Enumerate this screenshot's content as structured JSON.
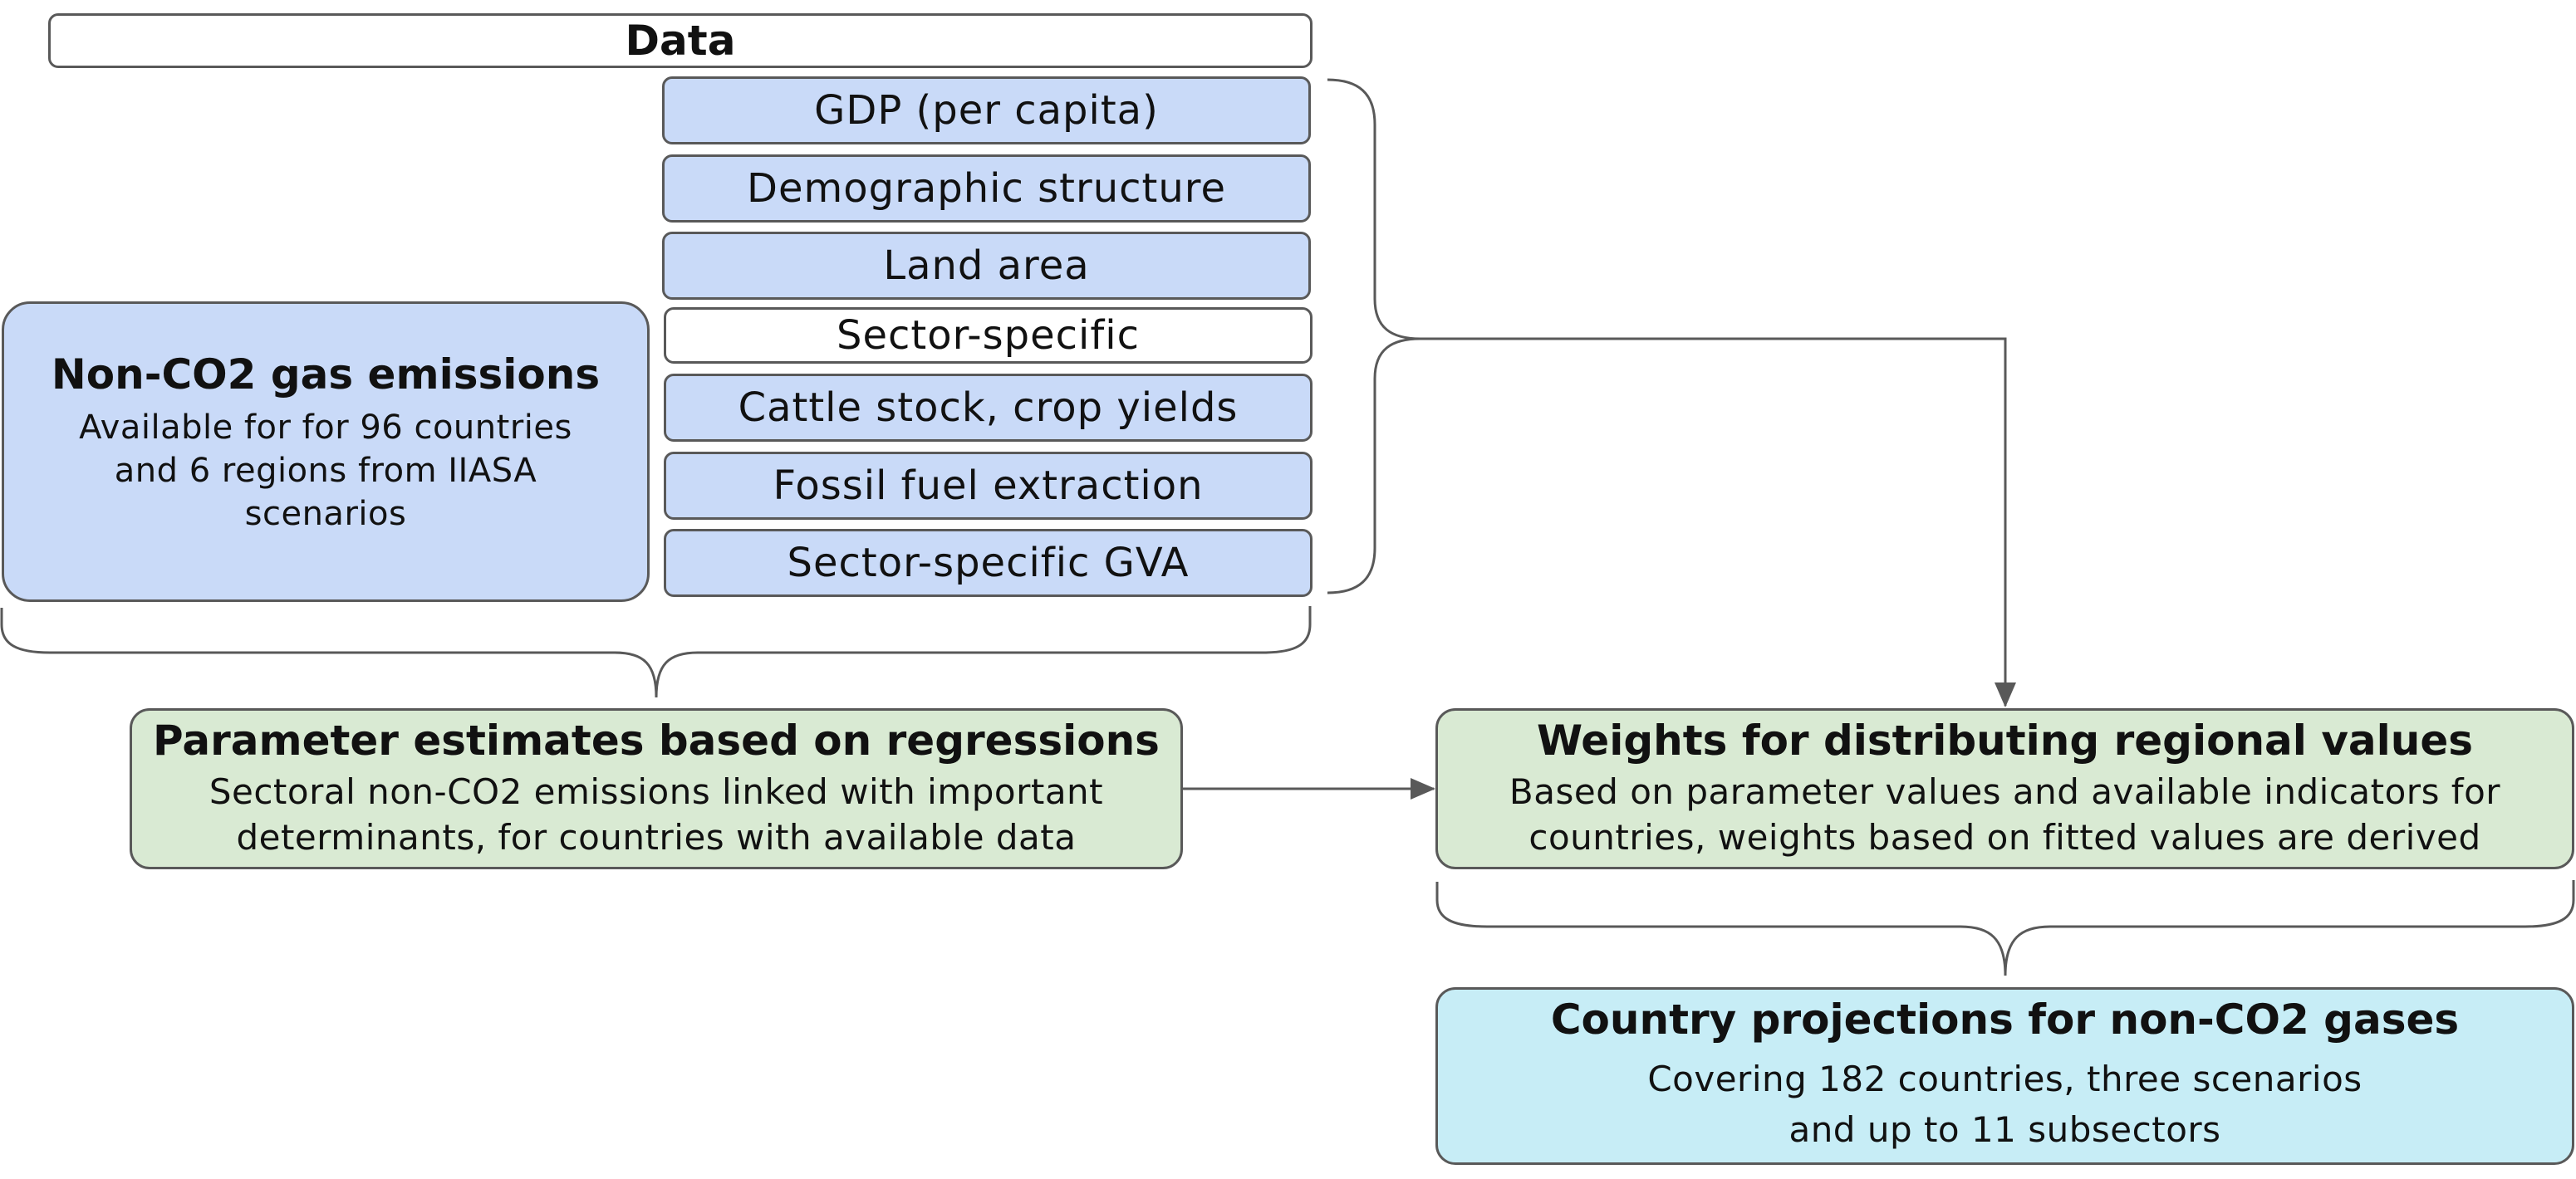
{
  "data_header": {
    "label": "Data"
  },
  "indicators": {
    "gdp": "GDP (per capita)",
    "demographic": "Demographic structure",
    "land_area": "Land area",
    "sector_specific": "Sector-specific",
    "cattle": "Cattle stock, crop yields",
    "fossil": "Fossil fuel extraction",
    "gva": "Sector-specific GVA"
  },
  "non_co2_box": {
    "title": "Non-CO2 gas emissions",
    "lines": [
      "Available for for 96 countries",
      "and 6 regions from IIASA",
      "scenarios"
    ]
  },
  "parameter_box": {
    "title": "Parameter estimates based on regressions",
    "lines": [
      "Sectoral non-CO2 emissions linked with important",
      "determinants, for countries with available data"
    ]
  },
  "weights_box": {
    "title": "Weights for distributing regional values",
    "lines": [
      "Based on parameter values and available indicators for",
      "countries, weights based on fitted values are derived"
    ]
  },
  "projections_box": {
    "title": "Country projections for non-CO2 gases",
    "lines": [
      "Covering 182 countries, three scenarios",
      "and up to 11 subsectors"
    ]
  },
  "colors": {
    "blue_fill": "#c9daf8",
    "green_fill": "#d9ead3",
    "cyan_fill": "#c7edf6",
    "stroke": "#595959"
  }
}
